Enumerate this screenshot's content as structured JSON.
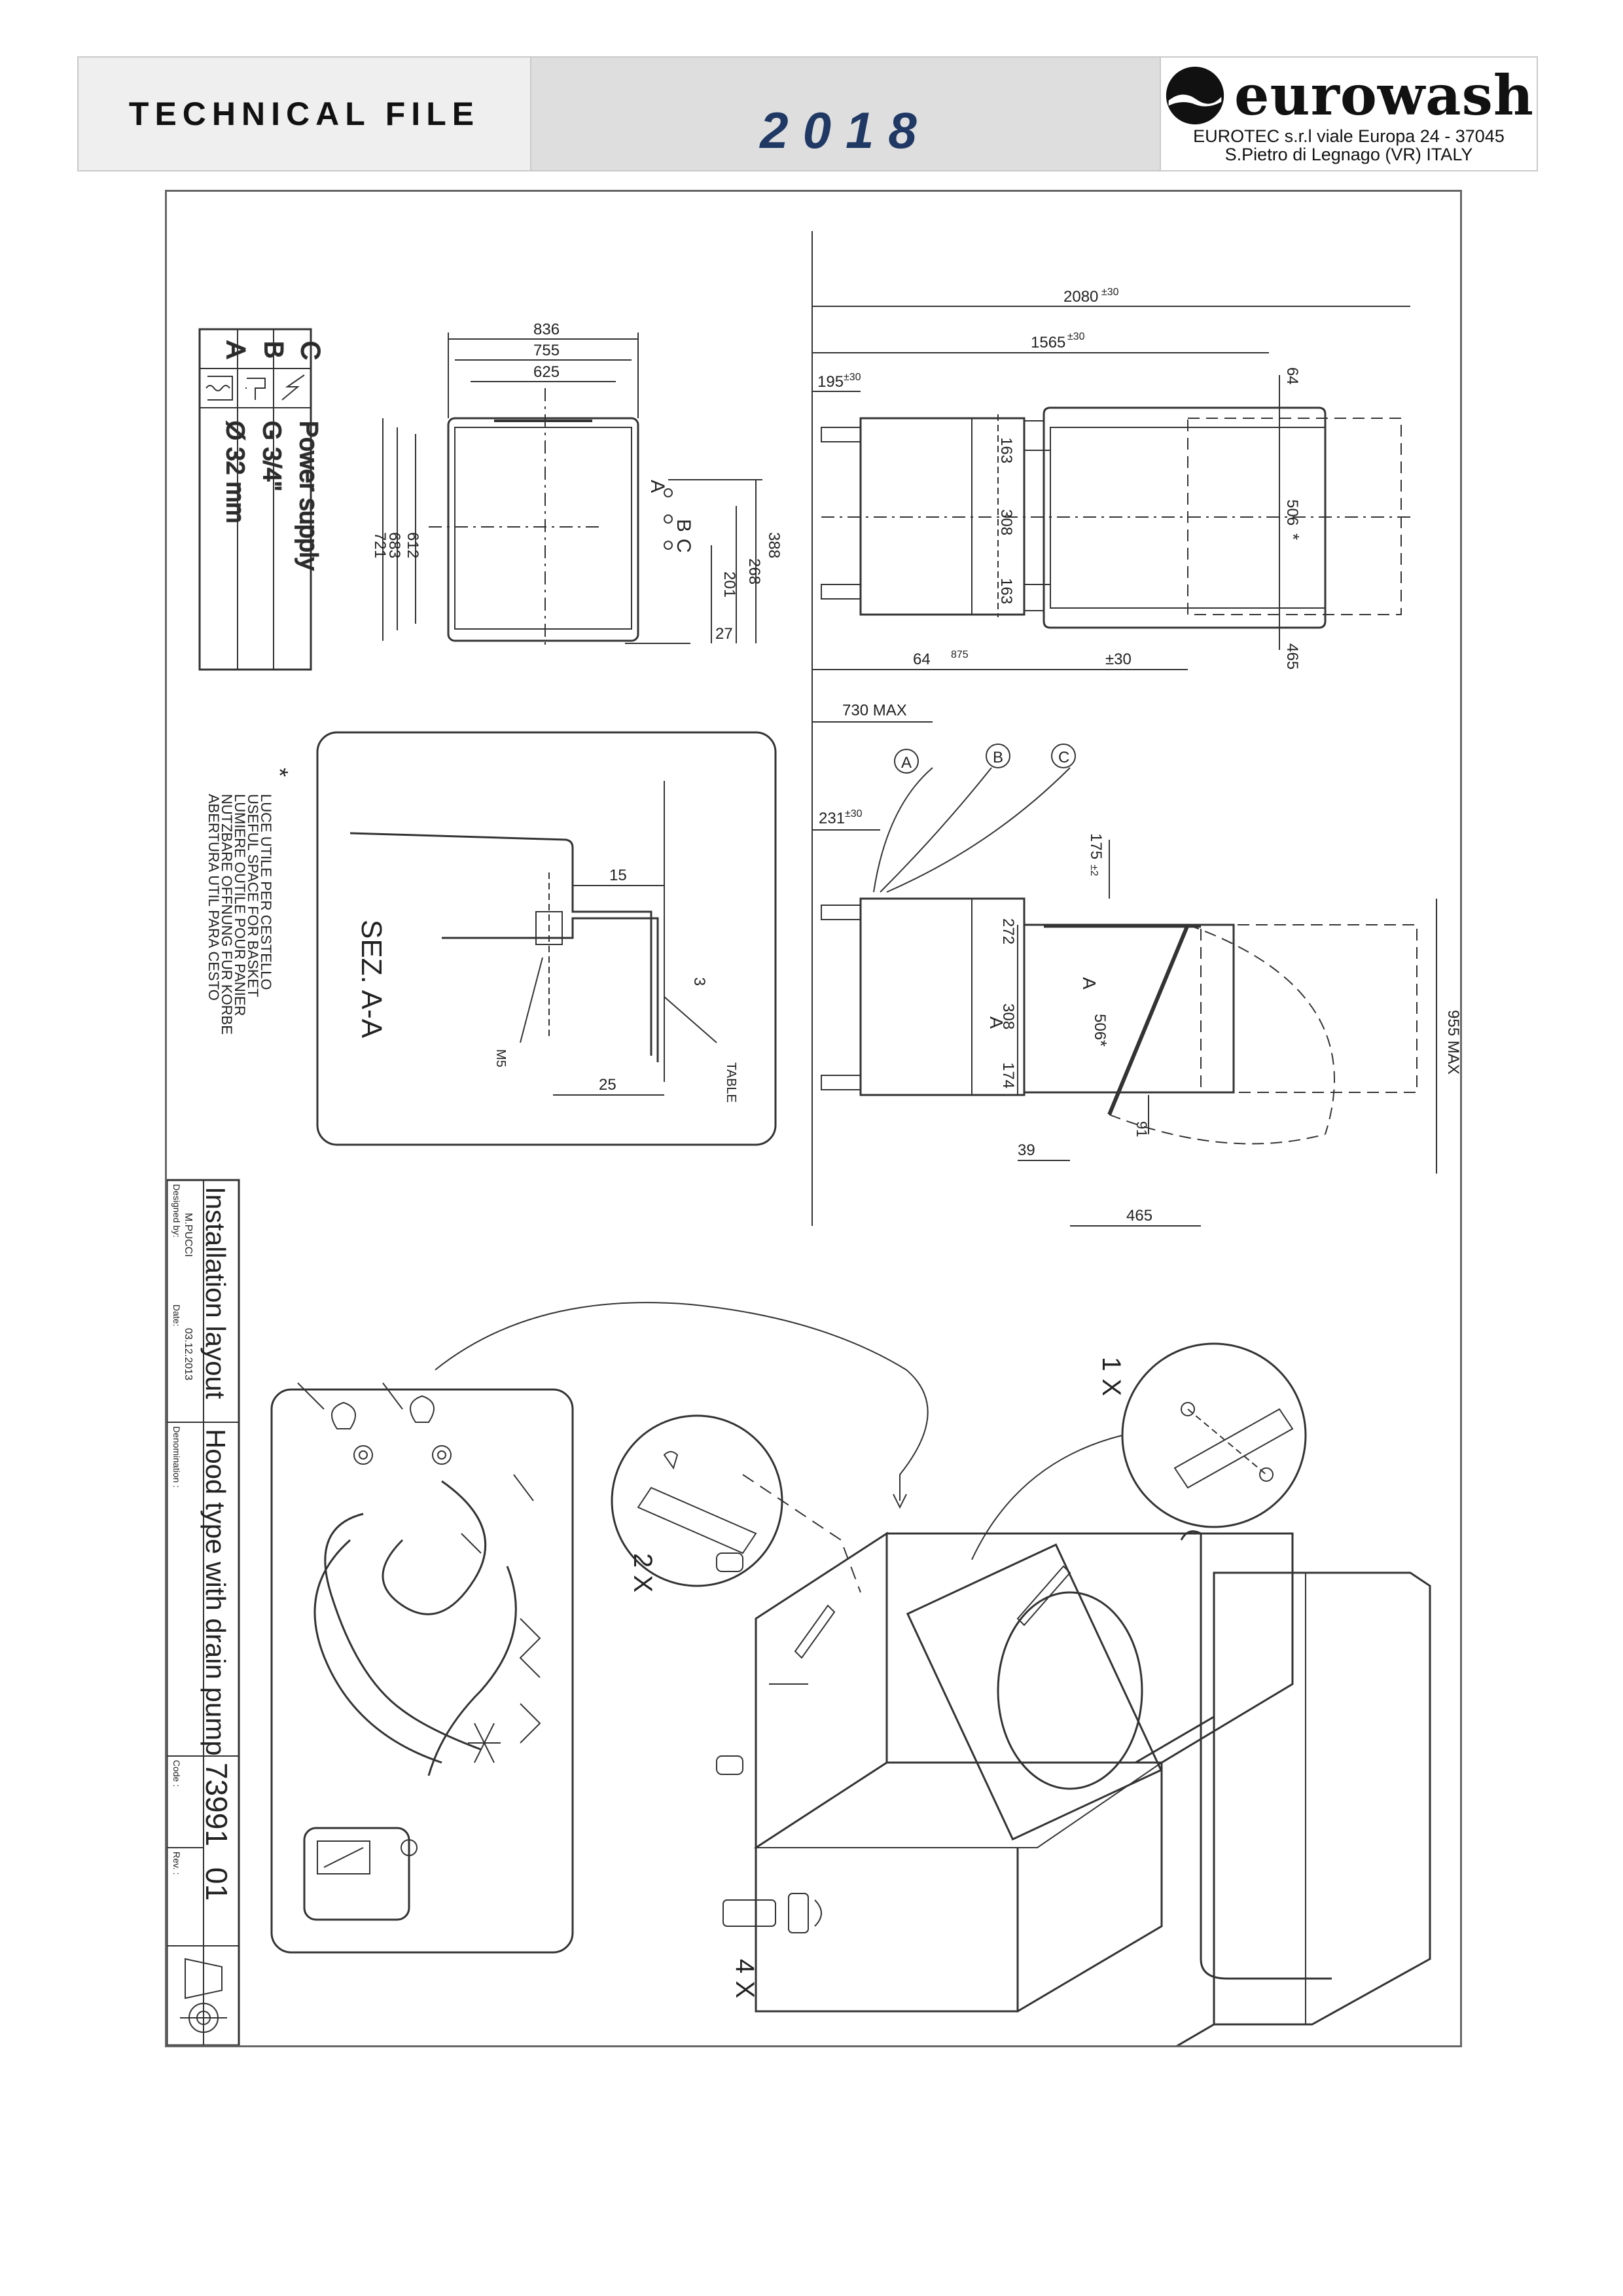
{
  "header": {
    "left_title": "TECHNICAL FILE",
    "year": "2018",
    "brand": "eurowash",
    "address_line1": "EUROTEC s.r.l viale Europa 24 - 37045",
    "address_line2": "S.Pietro di Legnago (VR) ITALY"
  },
  "legend": {
    "rows": [
      {
        "letter": "A",
        "value": "Ø 32 mm",
        "icon": "drain-icon"
      },
      {
        "letter": "B",
        "value": "G 3/4\"",
        "icon": "water-tap-icon"
      },
      {
        "letter": "C",
        "value": "Power supply",
        "icon": "lightning-icon"
      }
    ]
  },
  "front_view": {
    "dims": [
      "836",
      "755",
      "625",
      "721",
      "683",
      "612",
      "388",
      "268",
      "201",
      "27"
    ],
    "markers": [
      "A",
      "B",
      "C"
    ]
  },
  "side_view": {
    "dims": [
      "2080",
      "±30",
      "1565",
      "±30",
      "195",
      "±30",
      "64",
      "163",
      "308",
      "163",
      "506",
      "*",
      "64",
      "875",
      "±30",
      "465"
    ]
  },
  "section": {
    "title": "SEZ. A-A",
    "labels": [
      "15",
      "3",
      "25",
      "M5",
      "TABLE"
    ]
  },
  "note": {
    "star": "*",
    "lines": [
      "LUCE UTILE PER CESTELLO",
      "USEFUL SPACE FOR BASKET",
      "LUMIERE OUTILE POUR PANIER",
      "NUTZBARE OFFNUNG FUR KORBE",
      "ABERTURA UTIL PARA CESTO"
    ]
  },
  "elevation": {
    "dims": [
      "730 MAX",
      "231",
      "±30",
      "175",
      "±2",
      "272",
      "308",
      "174",
      "506",
      "*",
      "955 MAX",
      "91",
      "39",
      "465"
    ],
    "connections": [
      "A",
      "B",
      "C"
    ],
    "section_marks": [
      "A",
      "A"
    ]
  },
  "title_block": {
    "title": "Installation layout",
    "subtitle": "Hood type with drain pump",
    "designed_label": "Designed by:",
    "designed_value": "M.PUCCI",
    "date_label": "Date:",
    "date_value": "03.12.2013",
    "denomination_label": "Denomination :",
    "code_label": "Code :",
    "code_value": "73991",
    "rev_label": "Rev. :",
    "rev_value": "01"
  },
  "assembly": {
    "qty_1": "1 X",
    "qty_2": "2 X",
    "qty_4": "4 X"
  },
  "colors": {
    "year": "#1f3864",
    "header_bg": "#e9e9e9",
    "line": "#333333"
  }
}
